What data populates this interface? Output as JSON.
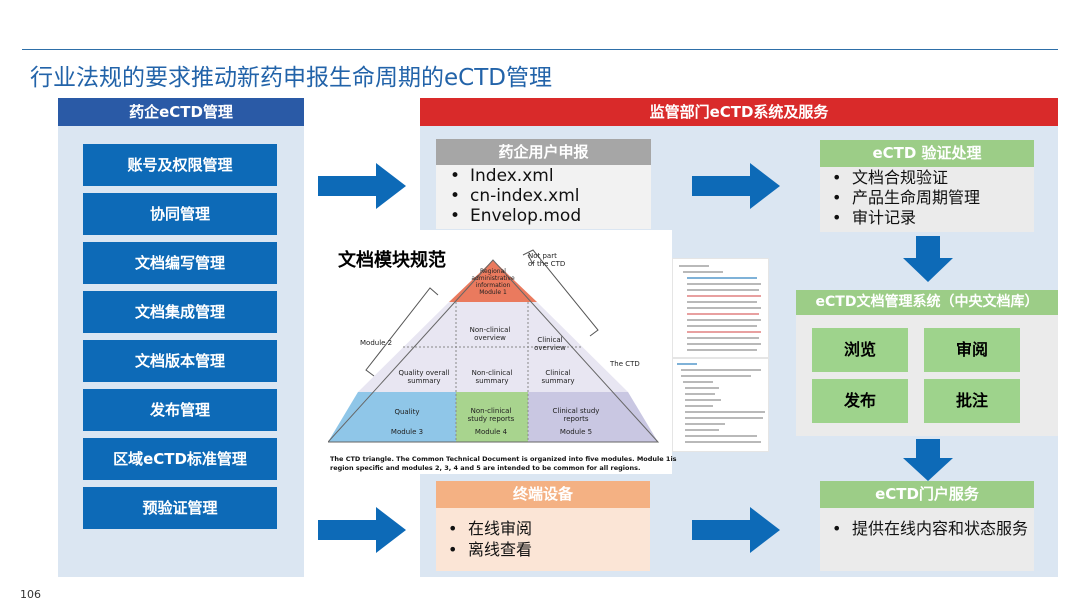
{
  "title": "行业法规的要求推动新药申报生命周期的eCTD管理",
  "page_number": "106",
  "left": {
    "header": "药企eCTD管理",
    "items": [
      "账号及权限管理",
      "协同管理",
      "文档编写管理",
      "文档集成管理",
      "文档版本管理",
      "发布管理",
      "区域eCTD标准管理",
      "预验证管理"
    ]
  },
  "right": {
    "header": "监管部门eCTD系统及服务",
    "submission": {
      "header": "药企用户申报",
      "items": [
        "Index.xml",
        "cn-index.xml",
        "Envelop.mod"
      ]
    },
    "validation": {
      "header": "eCTD 验证处理",
      "items": [
        "文档合规验证",
        "产品生命周期管理",
        "审计记录"
      ]
    },
    "central": {
      "header": "eCTD文档管理系统（中央文档库）",
      "buttons": [
        "浏览",
        "审阅",
        "发布",
        "批注"
      ]
    },
    "terminal": {
      "header": "终端设备",
      "items": [
        "在线审阅",
        "离线查看"
      ]
    },
    "portal": {
      "header": "eCTD门户服务",
      "items": [
        "提供在线内容和状态服务"
      ]
    }
  },
  "module_figure": {
    "title": "文档模块规范",
    "not_part": [
      "Not part",
      "of the CTD"
    ],
    "module1": [
      "Regional",
      "administrative",
      "information",
      "Module 1"
    ],
    "module2_label": "Module 2",
    "ctd_label": "The CTD",
    "nonclin_overview": [
      "Non-clinical",
      "overview"
    ],
    "clin_overview": [
      "Clinical",
      "overview"
    ],
    "quality_summary": [
      "Quality overall",
      "summary"
    ],
    "nonclin_summary": [
      "Non-clinical",
      "summary"
    ],
    "clin_summary": [
      "Clinical",
      "summary"
    ],
    "quality": "Quality",
    "module3": "Module 3",
    "nonclin_reports": [
      "Non-clinical",
      "study reports"
    ],
    "module4": "Module 4",
    "clin_reports": [
      "Clinical study",
      "reports"
    ],
    "module5": "Module 5",
    "caption": [
      "The CTD triangle. The Common Technical Document is organized into five modules. Module 1is",
      "region specific and modules 2, 3, 4 and 5 are intended to be common for all regions."
    ]
  },
  "colors": {
    "left_header": "#2a5aa6",
    "left_button": "#0d6ab7",
    "right_header": "#d92a2a",
    "arrow": "#0d6ab7",
    "gray_header": "#a6a6a6",
    "green_header": "#9ccd87",
    "green_button": "#9ed38c",
    "orange_header": "#f4b183"
  }
}
